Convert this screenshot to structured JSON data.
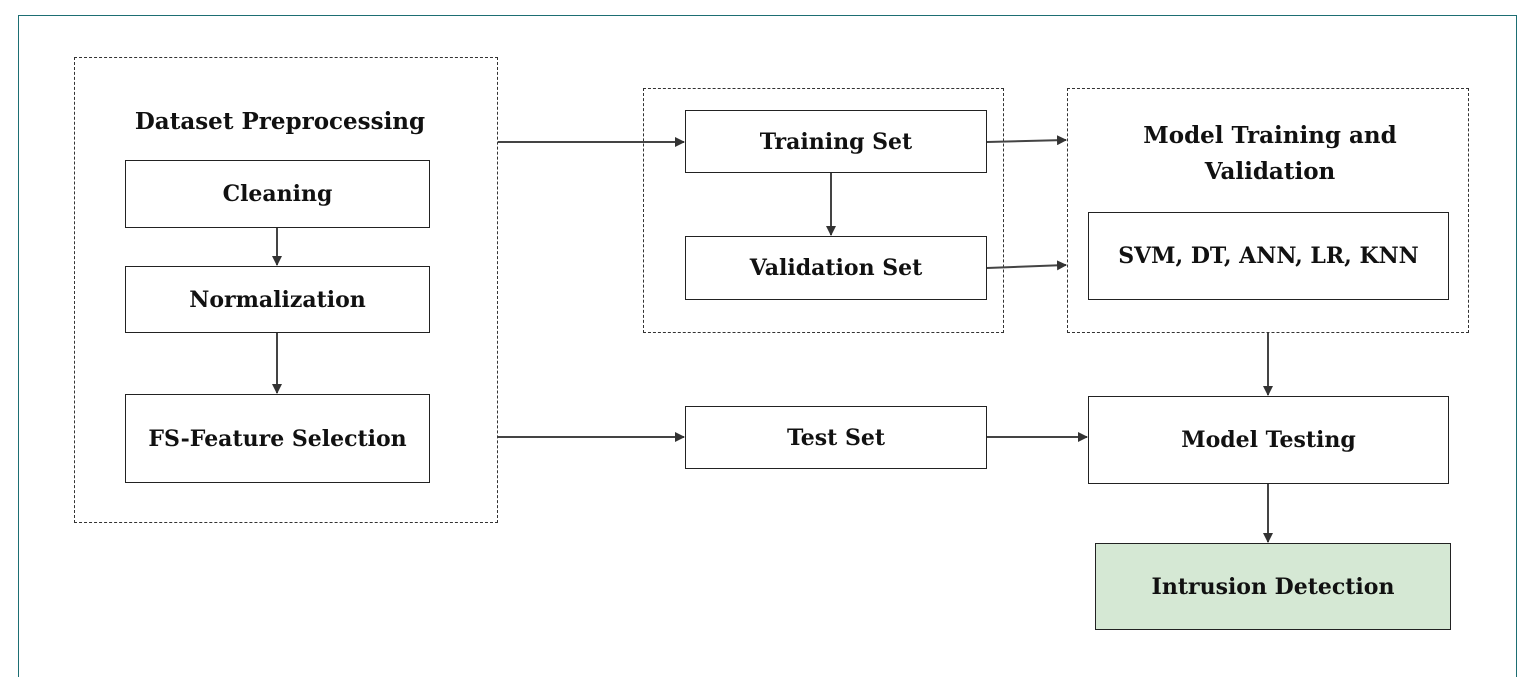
{
  "groups": {
    "preprocessing_label": "Dataset Preprocessing",
    "model_training_label": "Model Training and Validation"
  },
  "boxes": {
    "cleaning": "Cleaning",
    "normalization": "Normalization",
    "feature_selection": "FS-Feature Selection",
    "training_set": "Training Set",
    "validation_set": "Validation Set",
    "test_set": "Test Set",
    "models": "SVM, DT, ANN, LR, KNN",
    "model_testing": "Model Testing",
    "intrusion_detection": "Intrusion Detection"
  },
  "colors": {
    "frame_border": "#1d6e73",
    "highlight_fill": "#d5e8d4"
  }
}
